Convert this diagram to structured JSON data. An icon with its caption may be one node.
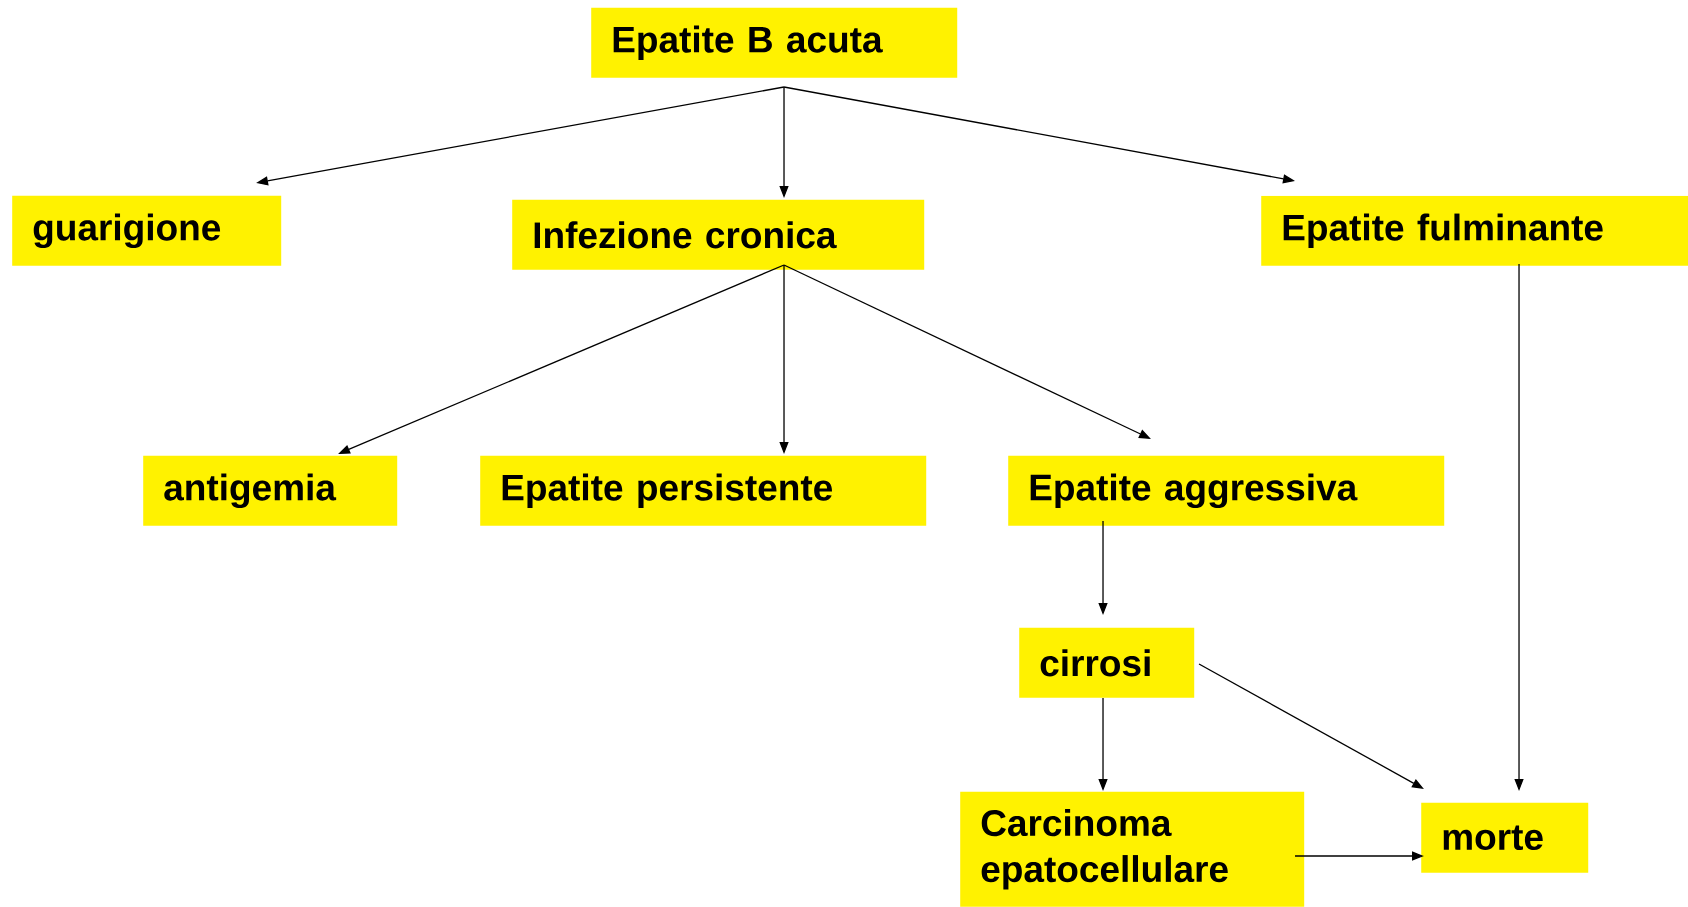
{
  "diagram": {
    "nodes": [
      {
        "text": [
          "Epatite B acuta"
        ]
      },
      {
        "text": [
          "guarigione"
        ]
      },
      {
        "text": [
          "Infezione cronica"
        ]
      },
      {
        "text": [
          "Epatite fulminante"
        ]
      },
      {
        "text": [
          "antigemia"
        ]
      },
      {
        "text": [
          "Epatite persistente"
        ]
      },
      {
        "text": [
          "Epatite aggressiva"
        ]
      },
      {
        "text": [
          "cirrosi"
        ]
      },
      {
        "text": [
          "Carcinoma epatocellulare"
        ]
      },
      {
        "text": [
          "morte"
        ]
      }
    ],
    "edges": [
      {
        "from": 0,
        "to": 1,
        "arrow": "to"
      },
      {
        "from": 0,
        "to": 2,
        "arrow": "to"
      },
      {
        "from": 0,
        "to": 3,
        "arrow": "to"
      },
      {
        "from": 2,
        "to": 4,
        "arrow": "to"
      },
      {
        "from": 2,
        "to": 5,
        "arrow": "to"
      },
      {
        "from": 2,
        "to": 6,
        "arrow": "to"
      },
      {
        "from": 6,
        "to": 7,
        "arrow": "to"
      },
      {
        "from": 7,
        "to": 8,
        "arrow": "to"
      },
      {
        "from": 7,
        "to": 9,
        "arrow": "to"
      },
      {
        "from": 8,
        "to": 9,
        "arrow": "to"
      },
      {
        "from": 3,
        "to": 9,
        "arrow": "to"
      }
    ]
  }
}
